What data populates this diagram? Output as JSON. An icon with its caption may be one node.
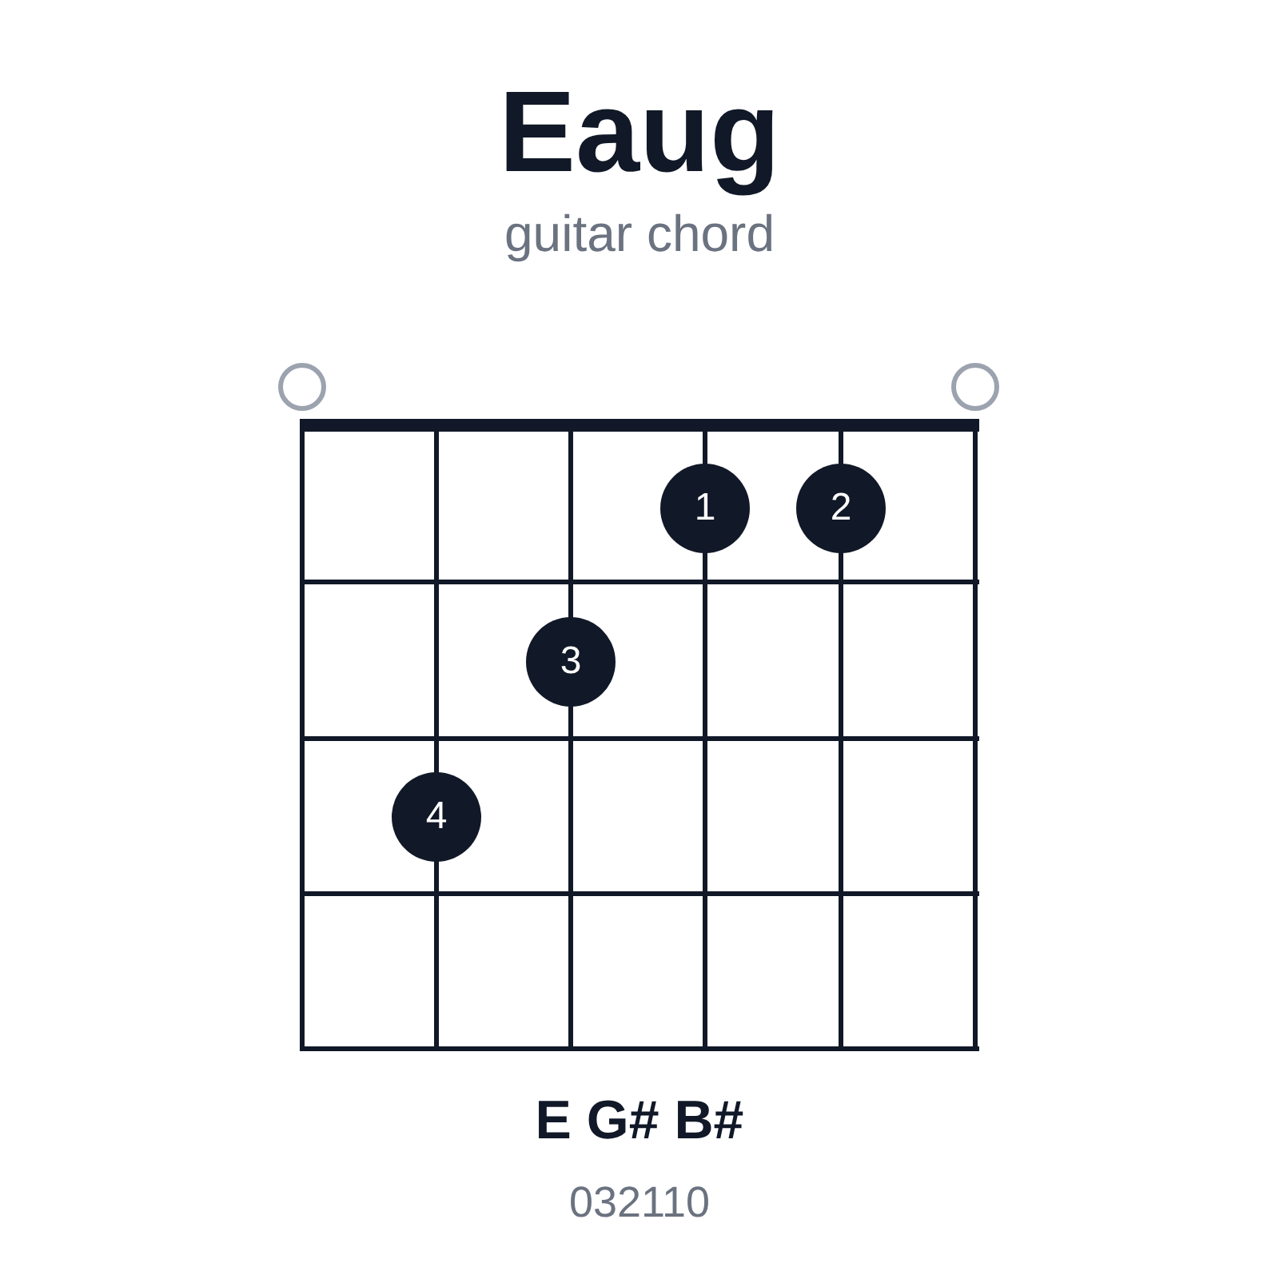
{
  "diagram": {
    "title": "Eaug",
    "nodes": [
      {
        "text": [],
        "shape": "circle"
      },
      {
        "text": [],
        "shape": "circle"
      },
      {
        "text": [
          "1"
        ]
      },
      {
        "text": [
          "2"
        ]
      },
      {
        "text": [
          "3"
        ]
      },
      {
        "text": [
          "4"
        ]
      }
    ],
    "labels": [
      "guitar chord",
      "E G# B#",
      "032110"
    ]
  }
}
